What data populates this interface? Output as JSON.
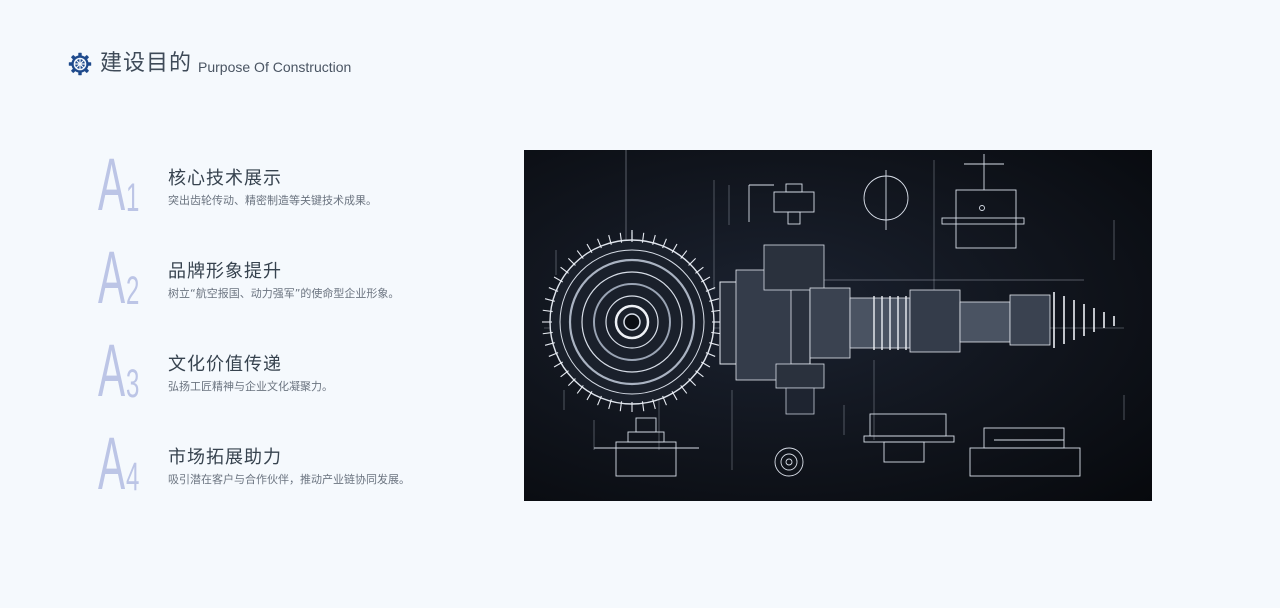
{
  "header": {
    "icon": "gear-icon",
    "title": "建设目的",
    "subtitle": "Purpose Of Construction"
  },
  "items": [
    {
      "letter": "A",
      "number": "1",
      "title": "核心技术展示",
      "description": "突出齿轮传动、精密制造等关键技术成果。"
    },
    {
      "letter": "A",
      "number": "2",
      "title": "品牌形象提升",
      "description": "树立“航空报国、动力强军”的使命型企业形象。"
    },
    {
      "letter": "A",
      "number": "3",
      "title": "文化价值传递",
      "description": "弘扬工匠精神与企业文化凝聚力。"
    },
    {
      "letter": "A",
      "number": "4",
      "title": "市场拓展助力",
      "description": "吸引潜在客户与合作伙伴，推动产业链协同发展。"
    }
  ],
  "image": {
    "subject": "mechanical-blueprint-gear-shaft-illustration"
  },
  "colors": {
    "background": "#f5f9fd",
    "accent_icon": "#1e4a8c",
    "letter": "#bcc5e6",
    "title": "#37434f",
    "description": "#6b7480",
    "blueprint_bg": "#10141c"
  }
}
